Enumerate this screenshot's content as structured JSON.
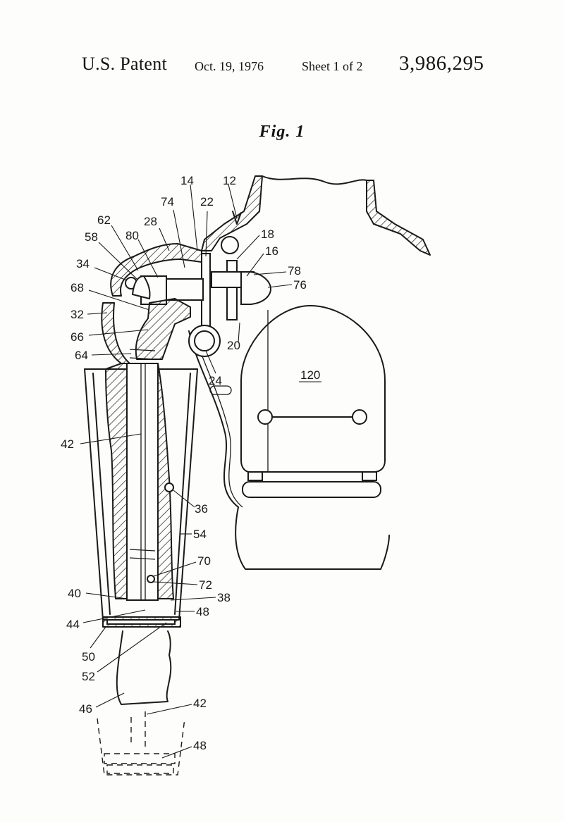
{
  "header": {
    "patent_label": "U.S. Patent",
    "date": "Oct. 19, 1976",
    "sheet": "Sheet 1 of 2",
    "patent_number": "3,986,295"
  },
  "figure": {
    "title": "Fig. 1",
    "component_label": "120",
    "reference_numerals": [
      "14",
      "12",
      "74",
      "22",
      "62",
      "28",
      "18",
      "58",
      "80",
      "16",
      "34",
      "78",
      "76",
      "68",
      "32",
      "66",
      "20",
      "64",
      "24",
      "42",
      "36",
      "54",
      "70",
      "72",
      "40",
      "38",
      "44",
      "48",
      "50",
      "52",
      "46",
      "42",
      "48"
    ]
  }
}
